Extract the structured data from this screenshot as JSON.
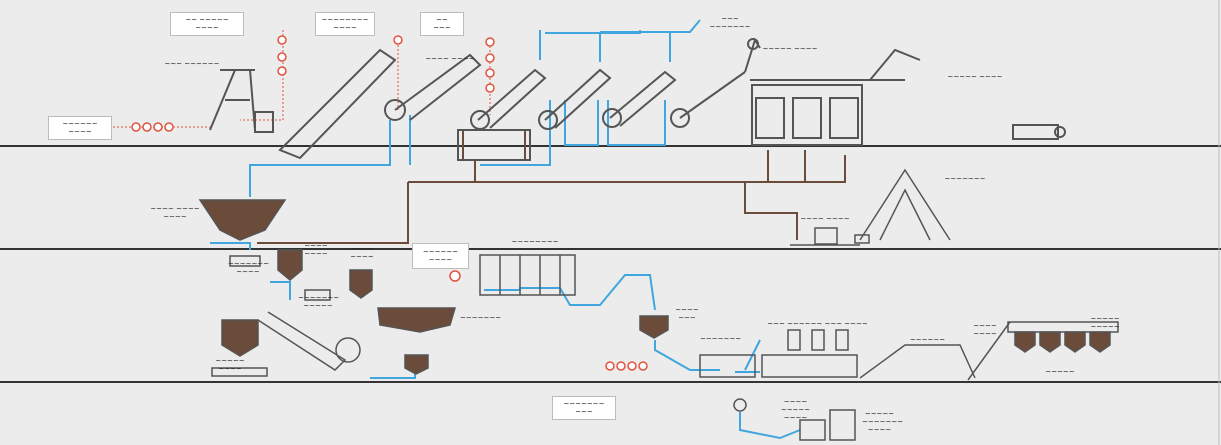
{
  "labels": {
    "l1": "~~ ~~~~~\n~~~~",
    "l2": "~~~~~~~~\n~~~~",
    "l3": "~~\n~~~",
    "l4": "~~~ ~~~~~~",
    "l5": "~~~~ ~~~~",
    "l6": "~~~ ~~~~~~~",
    "l7": "~~~~~ ~~~~",
    "l8": "~~~~~ ~~~~",
    "l9": "~~~~ ~~~~ ~~~~",
    "l10": "~~~~~~~",
    "l11": "~~~~ ~~~~",
    "l12": "~~~~~~~~",
    "l13": "~~~~\n~~~~",
    "l14": "~~~~\n~~~~",
    "l15": "~~~~~~\n~~~~",
    "l16": "~~~~~~~",
    "l17": "~~~~\n~~~",
    "l18": "~~~~~~~",
    "l19": "~~~ ~~~~~~ ~~~ ~~~~",
    "l20": "~~~~~~",
    "l21": "~~~~ ~~~~",
    "l22": "~~~~~ ~~~~~",
    "l23": "~~~~~~~\n~~~",
    "l24": "~~~~\n~~~~~\n~~~~",
    "l25": "~~~~~\n~~~~~~~\n~~~~",
    "l26": "~~~~~~~\n~~~~",
    "l27": "~~~~~~~\n~~~~~",
    "l28": "~~~~~",
    "l29": "~~~~~\n~~~~"
  },
  "colors": {
    "water": "#3fa7dd",
    "slurry": "#6b4b3a",
    "valve": "#e0533d",
    "equipment": "#555555",
    "floor": "#333333"
  }
}
